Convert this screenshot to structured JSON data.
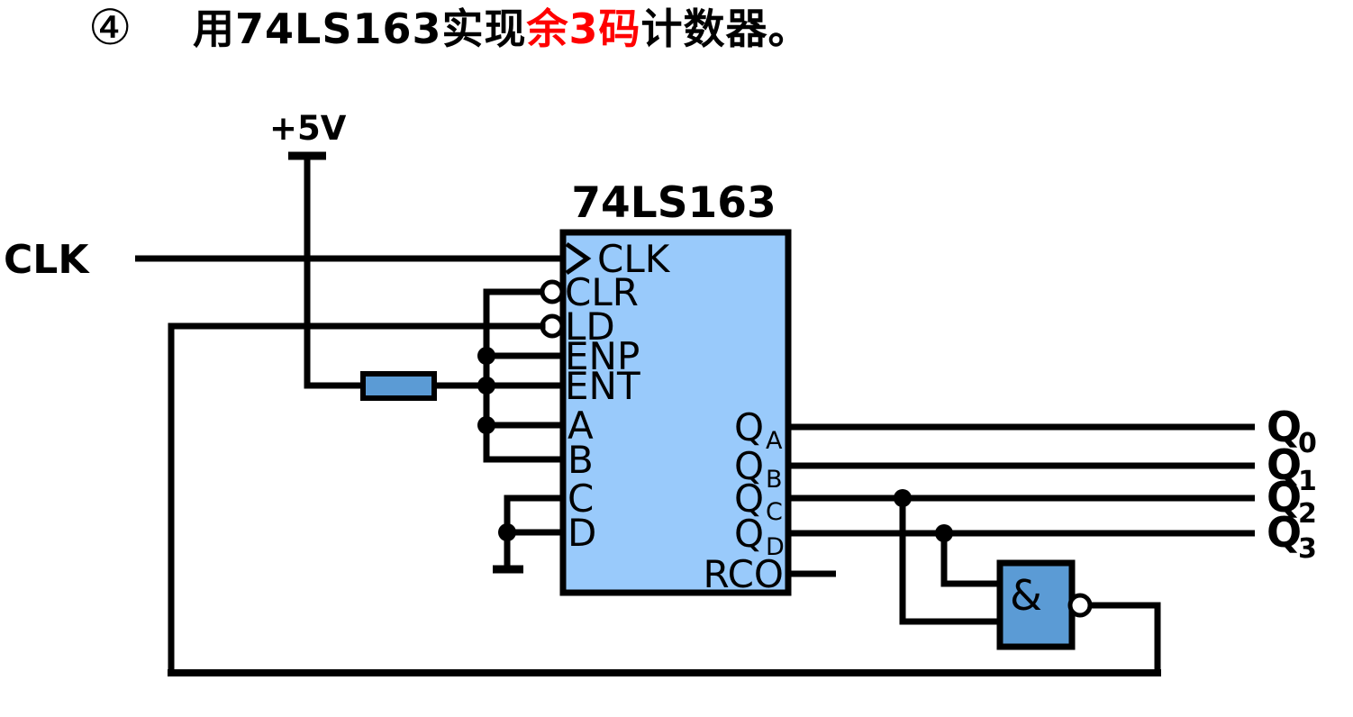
{
  "title": {
    "number": "④",
    "prefix": "用74LS163实现",
    "highlight": "余3码",
    "suffix": "计数器。"
  },
  "power": {
    "label": "+5V"
  },
  "clk": {
    "label": "CLK"
  },
  "chip": {
    "name": "74LS163",
    "pins_left": [
      "CLK",
      "CLR",
      "LD",
      "ENP",
      "ENT",
      "A",
      "B",
      "C",
      "D"
    ],
    "pins_right": [
      {
        "main": "Q",
        "sub": "A"
      },
      {
        "main": "Q",
        "sub": "B"
      },
      {
        "main": "Q",
        "sub": "C"
      },
      {
        "main": "Q",
        "sub": "D"
      }
    ],
    "pin_rco": "RCO"
  },
  "nand": {
    "symbol": "&"
  },
  "outputs": [
    {
      "main": "Q",
      "sub": "0"
    },
    {
      "main": "Q",
      "sub": "1"
    },
    {
      "main": "Q",
      "sub": "2"
    },
    {
      "main": "Q",
      "sub": "3"
    }
  ],
  "colors": {
    "chip_fill": "#99CAFB",
    "component_fill": "#5B9BD5",
    "wire": "#000000",
    "highlight_red": "#FF0000"
  }
}
